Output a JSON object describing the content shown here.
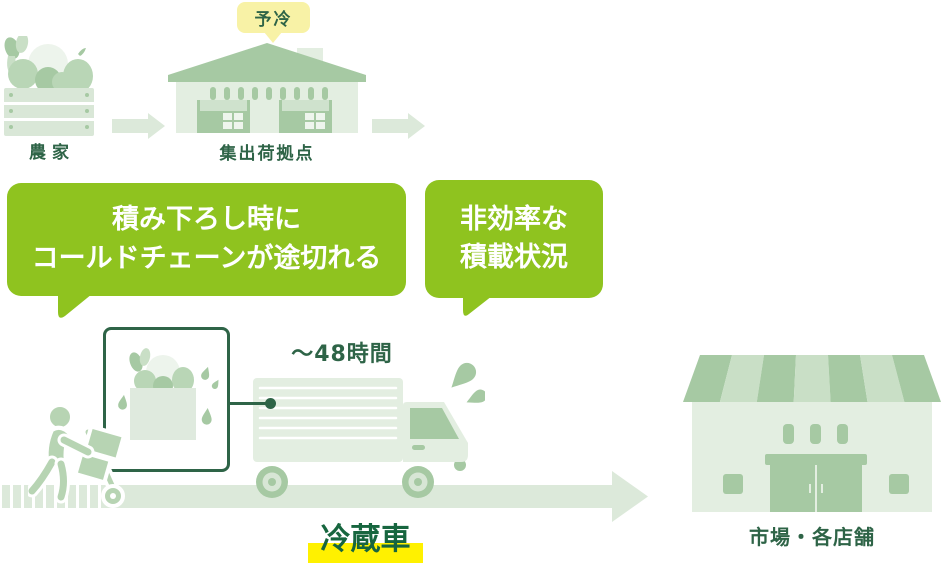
{
  "flow": {
    "farm_label": "農 家",
    "precool_label": "予冷",
    "hub_label": "集出荷拠点",
    "destination_label": "市場・各店舗"
  },
  "callouts": {
    "unloading_line1": "積み下ろし時に",
    "unloading_line2": "コールドチェーンが途切れる",
    "loading_line1": "非効率な",
    "loading_line2": "積載状況"
  },
  "transport": {
    "duration_label": "～48時間",
    "vehicle_label": "冷蔵車"
  },
  "icons": {
    "farm": "vegetable-crate-icon",
    "hub": "warehouse-icon",
    "worker": "worker-handtruck-icon",
    "truck": "refrigerated-truck-icon",
    "destination": "store-building-icon",
    "droplets": "water-droplet-icon"
  },
  "palette": {
    "bubble_green": "#8fc31f",
    "light_green": "#dce9da",
    "pale_green": "#e3eee1",
    "mid_green": "#a6c9a3",
    "dark_green": "#2e6447",
    "precool_yellow": "#f8f2a6",
    "highlight_yellow": "#fff100"
  }
}
